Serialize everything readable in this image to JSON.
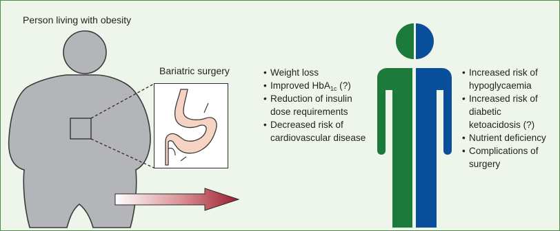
{
  "title": "Person living with obesity",
  "surgery_label": "Bariatric surgery",
  "benefits": [
    {
      "pre": "Weight loss",
      "sub": "",
      "post": ""
    },
    {
      "pre": "Improved HbA",
      "sub": "1c",
      "post": " (?)"
    },
    {
      "pre": "Reduction of insulin dose requirements",
      "sub": "",
      "post": ""
    },
    {
      "pre": "Decreased risk of cardiovascular disease",
      "sub": "",
      "post": ""
    }
  ],
  "risks": [
    {
      "pre": "Increased risk of hypoglycaemia",
      "sub": "",
      "post": ""
    },
    {
      "pre": "Increased risk of diabetic ketoacidosis (?)",
      "sub": "",
      "post": ""
    },
    {
      "pre": "Nutrient deficiency",
      "sub": "",
      "post": ""
    },
    {
      "pre": "Complications of surgery",
      "sub": "",
      "post": ""
    }
  ],
  "colors": {
    "background": "#eef6ec",
    "border": "#4a8a4a",
    "person_fill": "#b3b5b8",
    "green_half": "#1c7a3a",
    "blue_half": "#0a4f9c",
    "arrow_start": "#ffffff",
    "arrow_end": "#9c1b2f",
    "stomach_fill": "#f6d3c2"
  }
}
